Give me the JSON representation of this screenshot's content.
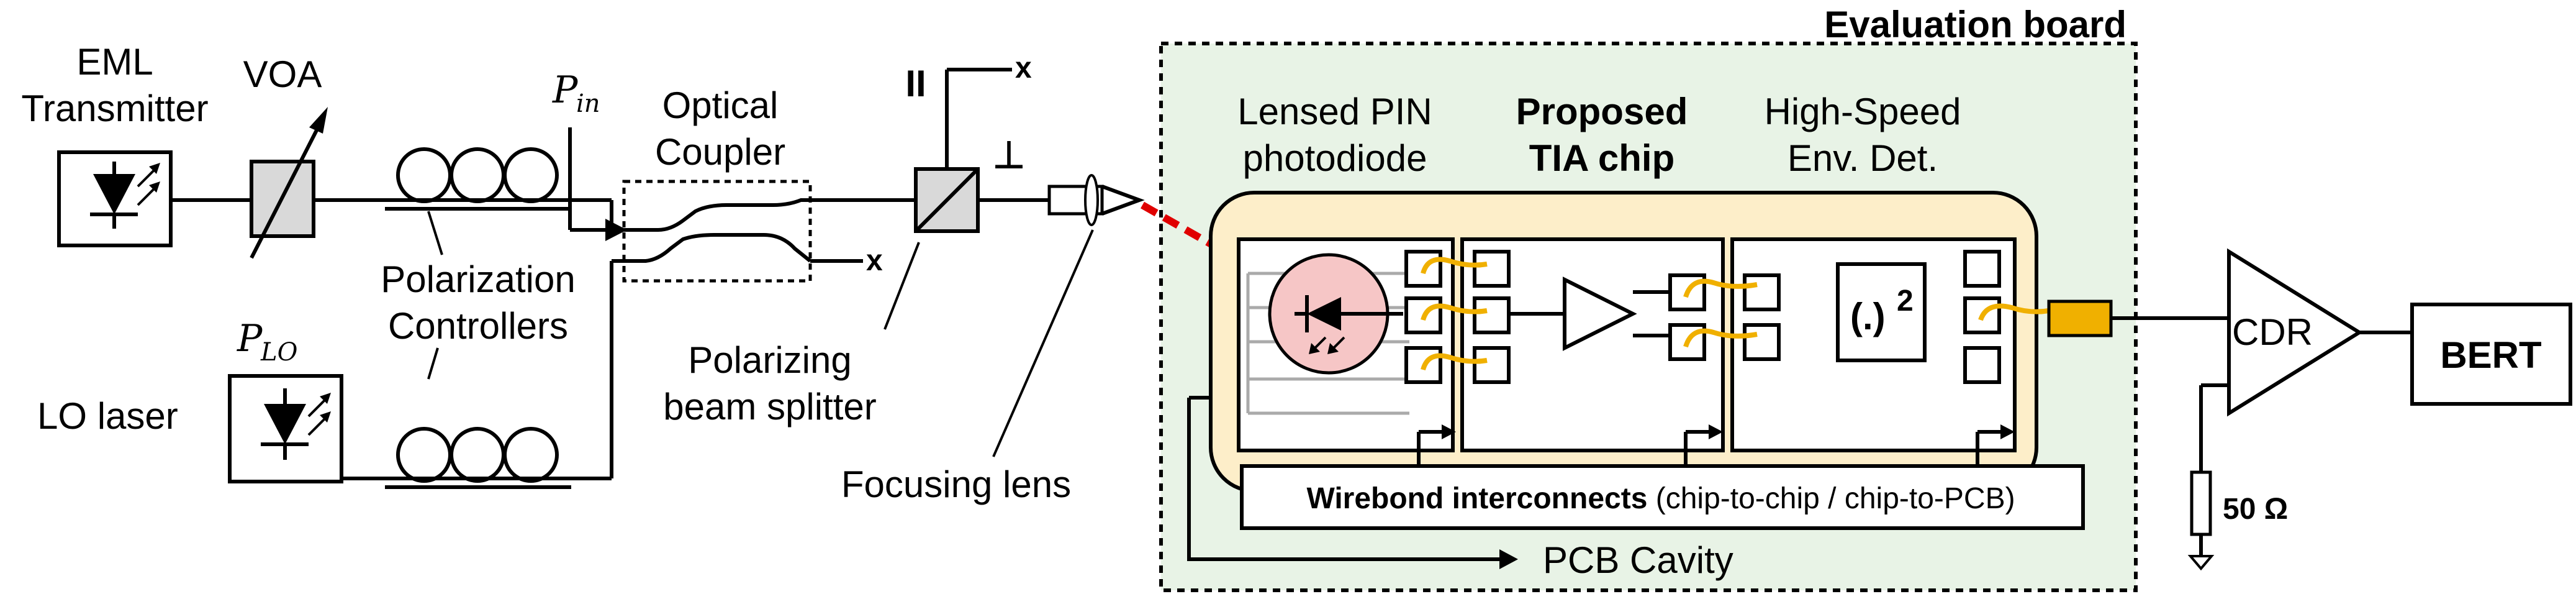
{
  "labels": {
    "eml_line1": "EML",
    "eml_line2": "Transmitter",
    "voa": "VOA",
    "pin_main": "P",
    "pin_sub": "in",
    "coupler_line1": "Optical",
    "coupler_line2": "Coupler",
    "parallel": "II",
    "perp": "⊥",
    "x_mark": "x",
    "pc_line1": "Polarization",
    "pc_line2": "Controllers",
    "plo_main": "P",
    "plo_sub": "LO",
    "lo_laser": "LO laser",
    "pbs_line1": "Polarizing",
    "pbs_line2": "beam splitter",
    "focusing_lens": "Focusing lens",
    "eval_board": "Evaluation board",
    "pin_pd_line1": "Lensed PIN",
    "pin_pd_line2": "photodiode",
    "tia_line1": "Proposed",
    "tia_line2": "TIA chip",
    "env_line1": "High-Speed",
    "env_line2": "Env. Det.",
    "square_fn": "(.)",
    "square_exp": "2",
    "wirebond_bold": "Wirebond interconnects",
    "wirebond_rest": " (chip-to-chip / chip-to-PCB)",
    "pcb_cavity": "PCB Cavity",
    "cdr": "CDR",
    "bert": "BERT",
    "resistor": "50 Ω"
  },
  "colors": {
    "board_fill": "#e8f3e6",
    "cavity_fill": "#fdeec9",
    "pd_fill": "#f6c6c6",
    "bond_wire": "#f0b000",
    "laser_beam": "#e00000",
    "pcb_pad": "#f0b000"
  }
}
